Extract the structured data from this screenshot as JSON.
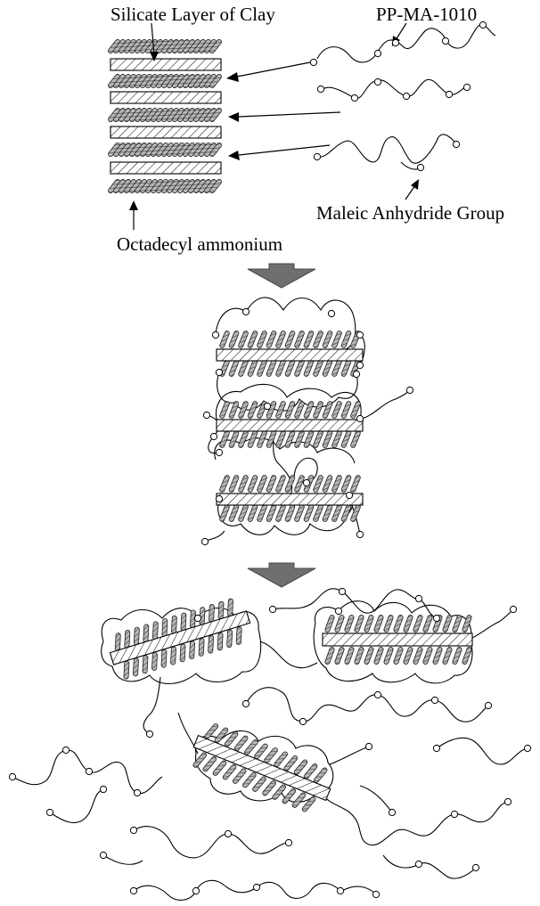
{
  "labels": {
    "silicate_layer": "Silicate Layer of Clay",
    "compatibilizer": "PP-MA-1010",
    "maleic_group": "Maleic Anhydride Group",
    "surfactant": "Octadecyl ammonium"
  },
  "colors": {
    "ink": "#000000",
    "paper": "#ffffff",
    "surfactant_fill": "#9a9a9a",
    "process_arrow": "#6f6f6f"
  },
  "stages": [
    "clay-stack-with-chains",
    "intercalated-hybrid",
    "exfoliated-dispersion"
  ]
}
